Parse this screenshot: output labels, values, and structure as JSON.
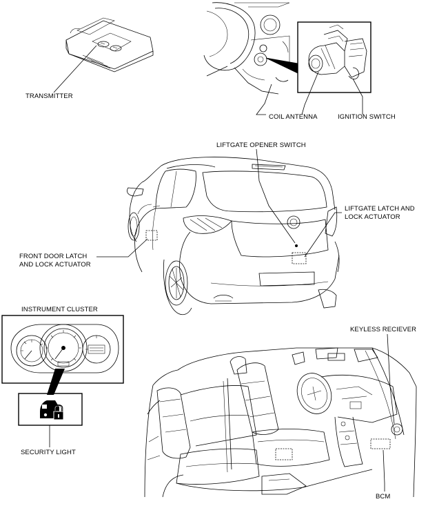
{
  "labels": {
    "transmitter": "TRANSMITTER",
    "coil_antenna": "COIL ANTENNA",
    "ignition_switch": "IGNITION SWITCH",
    "liftgate_opener_switch": "LIFTGATE OPENER SWITCH",
    "liftgate_latch_line1": "LIFTGATE LATCH AND",
    "liftgate_latch_line2": "LOCK ACTUATOR",
    "front_door_line1": "FRONT DOOR LATCH",
    "front_door_line2": "AND LOCK ACTUATOR",
    "instrument_cluster": "INSTRUMENT CLUSTER",
    "security_light": "SECURITY LIGHT",
    "keyless_receiver": "KEYLESS RECIEVER",
    "bcm": "BCM"
  },
  "icons": {
    "security_light": "car-with-padlock-icon"
  },
  "colors": {
    "line": "#000000",
    "background": "#ffffff"
  }
}
